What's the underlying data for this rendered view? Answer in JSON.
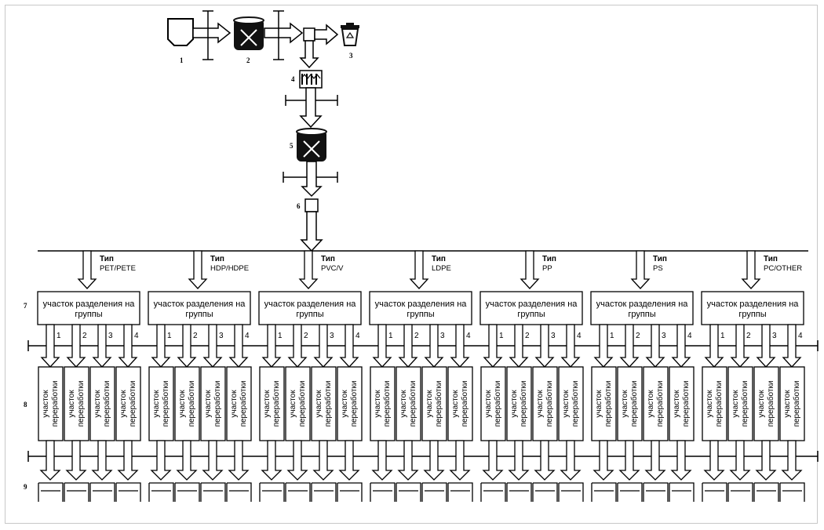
{
  "labels": {
    "n1": "1",
    "n2": "2",
    "n3": "3",
    "n4": "4",
    "n5": "5",
    "n6": "6",
    "n7": "7",
    "n8": "8",
    "n9": "9"
  },
  "type_word": "Тип",
  "group_text_line1": "участок разделения на",
  "group_text_line2": "группы",
  "proc_line1": "участок",
  "proc_line2": "переработки",
  "sub_numbers": [
    "1",
    "2",
    "3",
    "4"
  ],
  "types": [
    "PET/PETE",
    "HDP/HDPE",
    "PVC/V",
    "LDPE",
    "PP",
    "PS",
    "PC/OTHER"
  ]
}
